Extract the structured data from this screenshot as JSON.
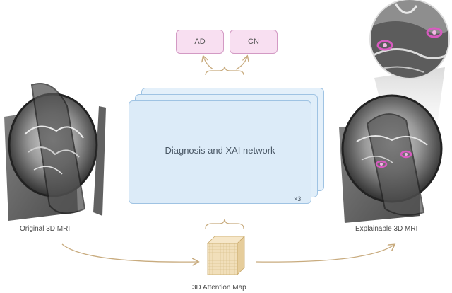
{
  "outputs": {
    "ad_label": "AD",
    "cn_label": "CN"
  },
  "network": {
    "label": "Diagnosis and XAI network",
    "repeat": "×3"
  },
  "captions": {
    "original": "Original 3D MRI",
    "explainable": "Explainable 3D MRI",
    "attention": "3D Attention Map"
  },
  "colors": {
    "output_fill": "#f8dff1",
    "output_border": "#d39ac4",
    "network_fill": "#dcebf8",
    "network_border": "#9fc3e3",
    "arrow": "#c8ab7e",
    "cube": "#eedbb4",
    "highlight": "#d85ac0"
  },
  "icons": {
    "mri": "brain-mri-3d-icon",
    "cube": "attention-cube-icon"
  }
}
